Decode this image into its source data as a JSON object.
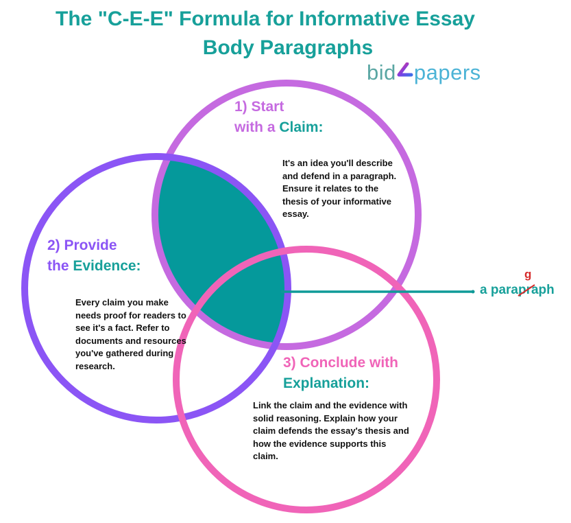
{
  "title": {
    "line1": "The \"C-E-E\" Formula for Informative Essay",
    "line2": "Body Paragraphs"
  },
  "logo": {
    "left": "bid",
    "mark": "4",
    "right": "papers",
    "mark_icon": "four-arrow-logo-icon"
  },
  "colors": {
    "teal": "#17a09a",
    "claim_circle": "#c56ae0",
    "evidence_circle": "#8b55f5",
    "explanation_circle": "#f064b8",
    "center_fill": "#05999b",
    "correction_red": "#d62b2b"
  },
  "circles": {
    "claim": {
      "heading_prefix_line1": "1) Start",
      "heading_prefix_line2": "with a ",
      "heading_keyword": "Claim:",
      "text": "It's an idea you'll describe and defend in a paragraph. Ensure it relates to the thesis of your informative essay."
    },
    "evidence": {
      "heading_prefix_line1": "2) Provide",
      "heading_prefix_line2": "the ",
      "heading_keyword": "Evidence:",
      "text": "Every claim you make needs proof for readers to see it's a fact. Refer to documents and resources you've gathered during research."
    },
    "explanation": {
      "heading_prefix_line1": "3) Conclude with",
      "heading_keyword": "Explanation:",
      "text": "Link the claim and the evidence with solid reasoning. Explain how your claim defends the essay's thesis and how the evidence supports this claim."
    }
  },
  "center_label": {
    "before": "a para",
    "struck": "p",
    "correction": "g",
    "after": "raph"
  }
}
